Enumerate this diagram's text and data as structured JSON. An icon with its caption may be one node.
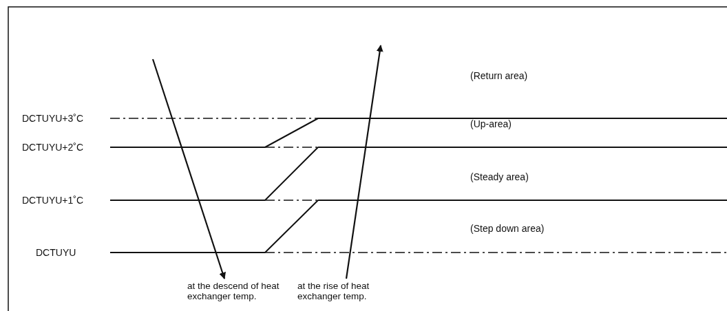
{
  "diagram": {
    "labels": [
      "(Return area)",
      "DCTUYU+3˚C",
      "(Up-area)",
      "DCTUYU+2˚C",
      "(Steady area)",
      "DCTUYU+1˚C",
      "(Step down area)",
      "DCTUYU",
      "at the descend of heat exchanger temp.",
      "at the rise of heat exchanger temp."
    ]
  }
}
